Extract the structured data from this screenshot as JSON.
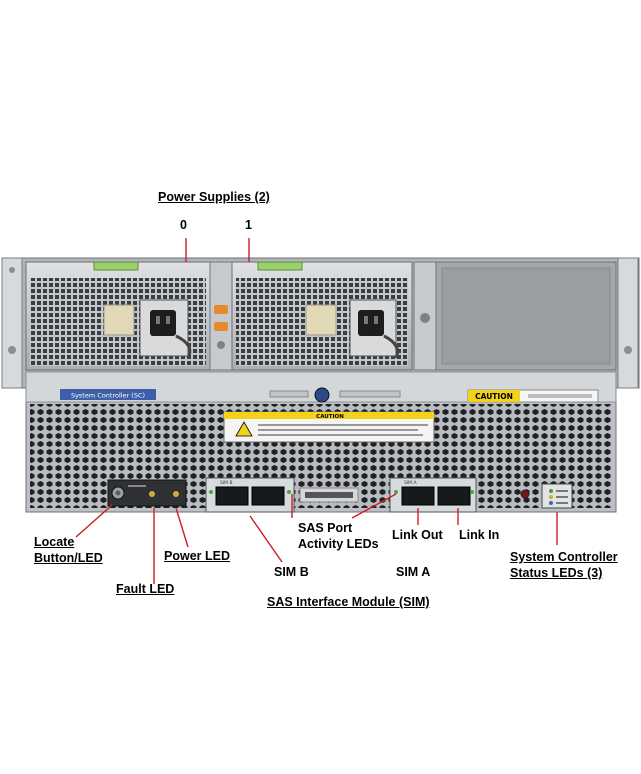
{
  "labels": {
    "power_supplies_heading": "Power Supplies (2)",
    "ps0": "0",
    "ps1": "1",
    "locate_line1": "Locate",
    "locate_line2": "Button/LED",
    "fault_led": "Fault LED",
    "power_led": "Power LED",
    "sas_port_line1": "SAS Port",
    "sas_port_line2": "Activity LEDs",
    "sim_b": "SIM B",
    "sim_a": "SIM A",
    "link_out": "Link Out",
    "link_in": "Link In",
    "sc_status_line1": "System Controller",
    "sc_status_line2": "Status LEDs (3)",
    "sas_interface_module": "SAS Interface Module (SIM)"
  },
  "chassis_text": {
    "system_controller": "System Controller (SC)",
    "caution": "CAUTION",
    "warning_caution": "CAUTION",
    "sim_b_tag": "SIM B",
    "sim_a_tag": "SIM A"
  },
  "colors": {
    "chassis": "#c9ccd0",
    "chassis_dark": "#8d9196",
    "handle_green": "#9ccf6e",
    "led_orange": "#e8892e",
    "label_blue": "#3f5ea8",
    "caution_yellow": "#f2d21b",
    "callout_red": "#cc1f1f"
  }
}
